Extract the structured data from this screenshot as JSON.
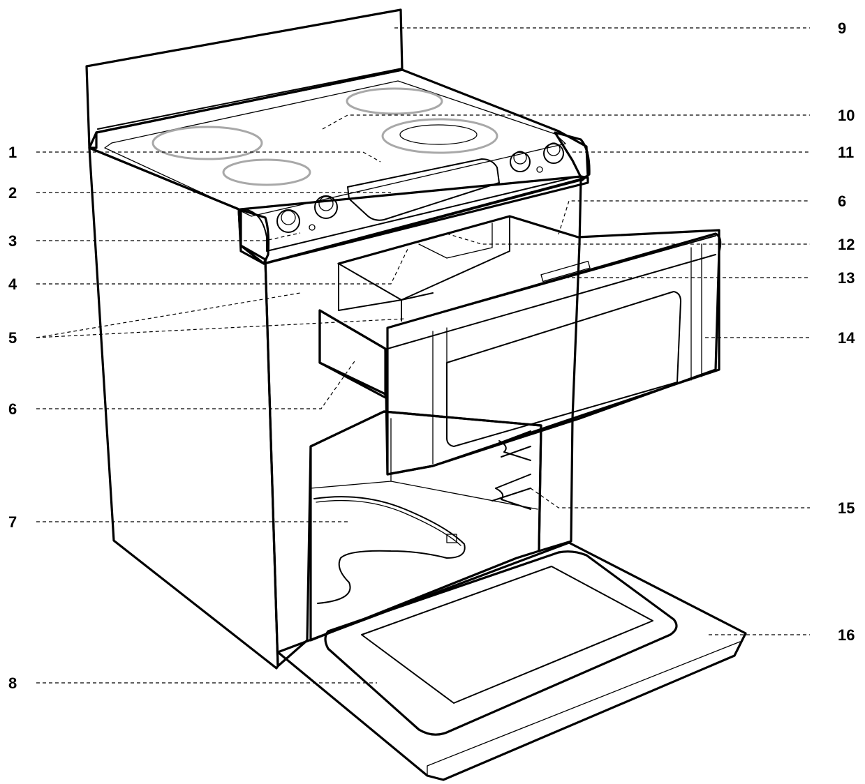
{
  "colors": {
    "line": "#000000",
    "background": "#ffffff",
    "burner_ring": "#a8a8a8"
  },
  "callouts": [
    {
      "id": "1",
      "label": "1"
    },
    {
      "id": "2",
      "label": "2"
    },
    {
      "id": "3",
      "label": "3"
    },
    {
      "id": "4",
      "label": "4"
    },
    {
      "id": "5",
      "label": "5"
    },
    {
      "id": "6a",
      "label": "6"
    },
    {
      "id": "7",
      "label": "7"
    },
    {
      "id": "8",
      "label": "8"
    },
    {
      "id": "9",
      "label": "9"
    },
    {
      "id": "10",
      "label": "10"
    },
    {
      "id": "11",
      "label": "11"
    },
    {
      "id": "6b",
      "label": "6"
    },
    {
      "id": "12",
      "label": "12"
    },
    {
      "id": "13",
      "label": "13"
    },
    {
      "id": "14",
      "label": "14"
    },
    {
      "id": "15",
      "label": "15"
    },
    {
      "id": "16",
      "label": "16"
    }
  ]
}
